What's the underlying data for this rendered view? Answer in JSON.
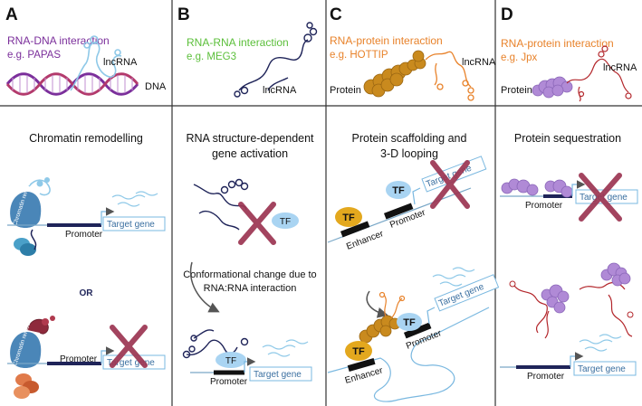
{
  "colors": {
    "purple": "#7b2f9b",
    "green": "#5bbf3a",
    "orange": "#e8822a",
    "navy": "#1f2459",
    "cross": "#9c3552",
    "tf_fill": "#a9d4f2",
    "tf_yellow": "#e3a81e",
    "line": "#555555",
    "rna_red": "#b3262b",
    "lncrna_light": "#8fc9e8"
  },
  "panels": [
    {
      "letter": "A",
      "interaction": "RNA-DNA interaction",
      "example": "e.g.  PAPAS",
      "tag_lncrna": "lncRNA",
      "tag_dna": "DNA",
      "mechanism": "Chromatin remodelling",
      "remodeller": "Chromatin remodeller",
      "promoter": "Promoter",
      "target": "Target gene",
      "or": "OR"
    },
    {
      "letter": "B",
      "interaction": "RNA-RNA interaction",
      "example": "e.g. MEG3",
      "tag_lncrna": "lncRNA",
      "mechanism_line1": "RNA structure-dependent",
      "mechanism_line2": "gene activation",
      "tf": "TF",
      "change_line1": "Conformational change due to",
      "change_line2": "RNA:RNA interaction",
      "promoter": "Promoter",
      "target": "Target gene"
    },
    {
      "letter": "C",
      "interaction": "RNA-protein interaction",
      "example": "e.g. HOTTIP",
      "tag_lncrna": "lncRNA",
      "tag_protein": "Protein",
      "mechanism_line1": "Protein scaffolding and",
      "mechanism_line2": "3-D looping",
      "tf": "TF",
      "enhancer": "Enhancer",
      "promoter": "Promoter",
      "target": "Target gene"
    },
    {
      "letter": "D",
      "interaction": "RNA-protein interaction",
      "example": "e.g. Jpx",
      "tag_lncrna": "lncRNA",
      "tag_protein": "Protein",
      "mechanism": "Protein sequestration",
      "promoter": "Promoter",
      "target": "Target gene"
    }
  ]
}
